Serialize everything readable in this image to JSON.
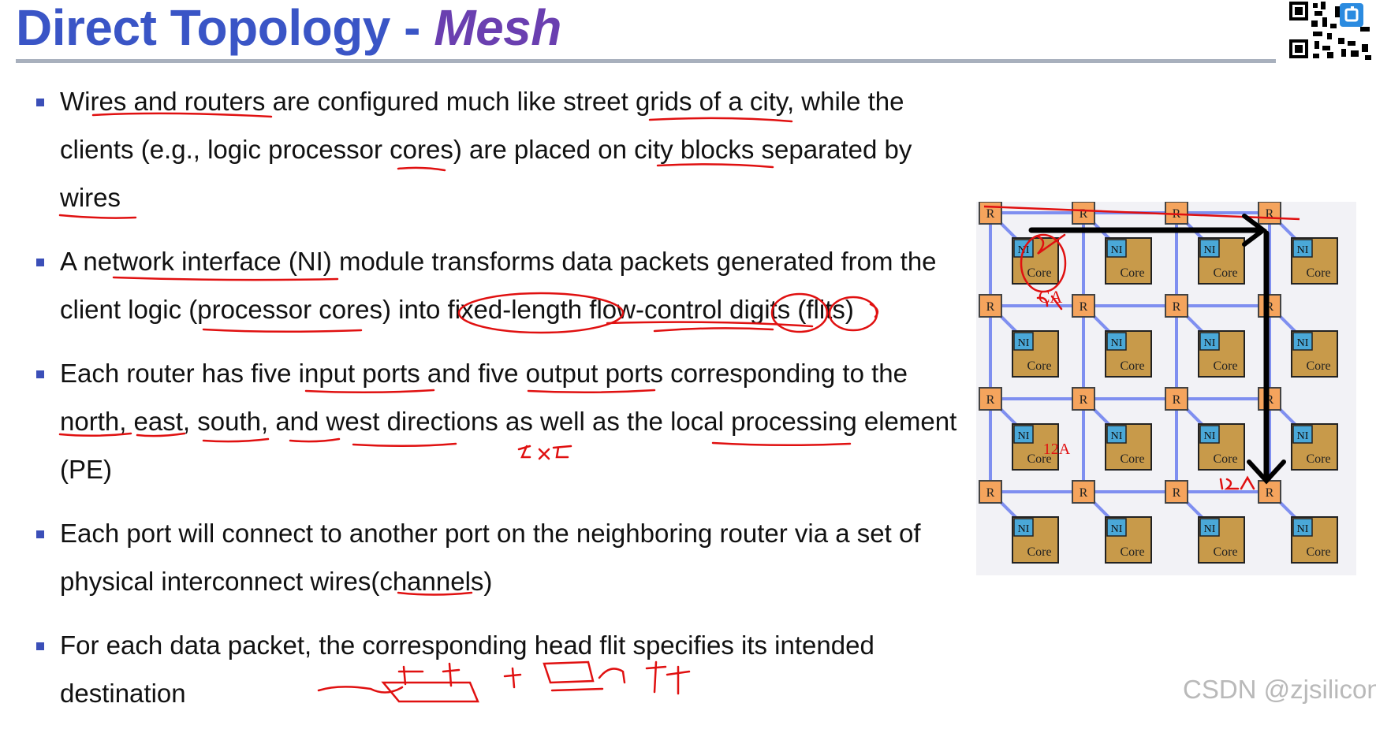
{
  "title": {
    "main": "Direct Topology",
    "separator": " - ",
    "emphasis": "Mesh"
  },
  "bullets": [
    "Wires and routers are configured much like street grids of a city, while the clients (e.g., logic processor cores) are placed on city blocks separated by wires",
    "A network interface (NI) module transforms data packets generated from the client logic (processor cores) into fixed-length flow-control digits (flits)",
    "Each router has five input ports and five output ports corresponding to the north, east, south, and west directions as well as the local processing element (PE)",
    "Each port will connect to another port on the neighboring router via a set of physical interconnect wires(channels)",
    "For each data packet, the corresponding head flit specifies its intended destination"
  ],
  "mesh": {
    "router_label": "R",
    "ni_label": "NI",
    "core_label": "Core",
    "rows": 4,
    "cols": 4
  },
  "handwritten": [
    "CA",
    "5x5",
    "12A"
  ],
  "watermark": "CSDN @zjsilicon",
  "colors": {
    "title": "#3a55c6",
    "title_emphasis": "#6a3fb0",
    "bullet": "#3b4fb8",
    "router": "#f5a45d",
    "core": "#c89a4a",
    "ni": "#4aa8d8",
    "link": "#7f8ff0",
    "annotation": "#e01010",
    "arrow": "#000000"
  }
}
